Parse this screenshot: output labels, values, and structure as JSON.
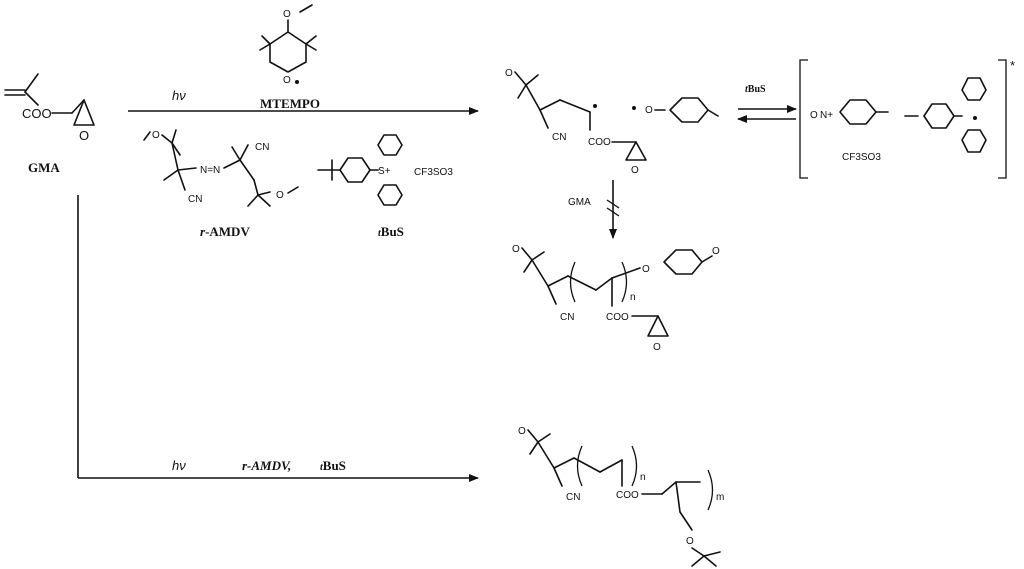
{
  "reagents": {
    "monomer_name": "GMA",
    "nitroxide_name": "MTEMPO",
    "initiator_prefix": "r",
    "initiator_name": "-AMDV",
    "salt_prefix": "t",
    "salt_name": "BuS",
    "counterion": "CF3SO3",
    "light": "hν"
  },
  "labels": {
    "coo": "COO",
    "cn": "CN",
    "n": "n",
    "m": "m",
    "o": "O",
    "nplus": "N+",
    "splus": "S+",
    "star": "*",
    "gma_arrow": "GMA",
    "bottom_reagents": "r-AMDV,",
    "bottom_salt": "BuS"
  }
}
